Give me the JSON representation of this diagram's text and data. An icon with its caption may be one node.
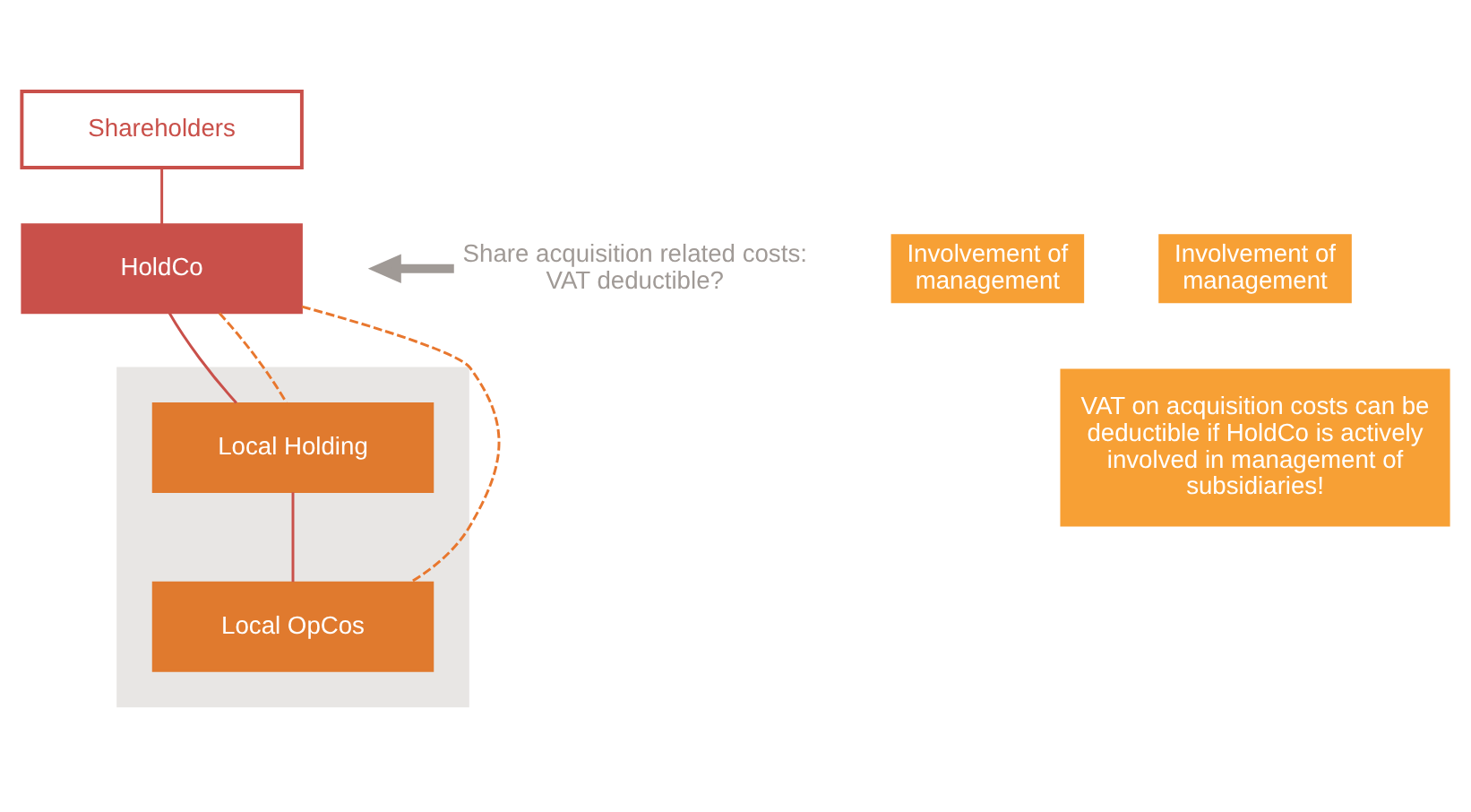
{
  "diagram": {
    "nodes": [
      {
        "text": [
          "Shareholders"
        ]
      },
      {
        "text": [
          "HoldCo"
        ]
      },
      {
        "text": [],
        "shape": "box"
      },
      {
        "text": [
          "Local Holding"
        ],
        "in": 2
      },
      {
        "text": [
          "Local OpCos"
        ],
        "in": 2
      },
      {
        "text": [
          "Involvement of management"
        ]
      },
      {
        "text": [
          "Share acquisition related costs: VAT deductible?"
        ]
      },
      {
        "text": [
          "Involvement of management"
        ]
      },
      {
        "text": [
          "VAT on acquisition costs can be deductible if HoldCo is actively involved in management of subsidiaries!"
        ]
      }
    ],
    "edges": [
      {
        "from": 0,
        "to": 1,
        "arrow": "none"
      },
      {
        "from": 1,
        "to": 3,
        "arrow": "none"
      },
      {
        "from": 3,
        "to": 4,
        "arrow": "none"
      },
      {
        "from": 1,
        "to": 4,
        "arrow": "none",
        "style": "dashed",
        "color": "#e8772e"
      },
      {
        "from": 1,
        "to": 3,
        "arrow": "none",
        "style": "dashed",
        "color": "#e8772e"
      },
      {
        "from": 6,
        "to": null,
        "arrow": "to",
        "style": "thick",
        "color": "#a09a96"
      }
    ]
  }
}
